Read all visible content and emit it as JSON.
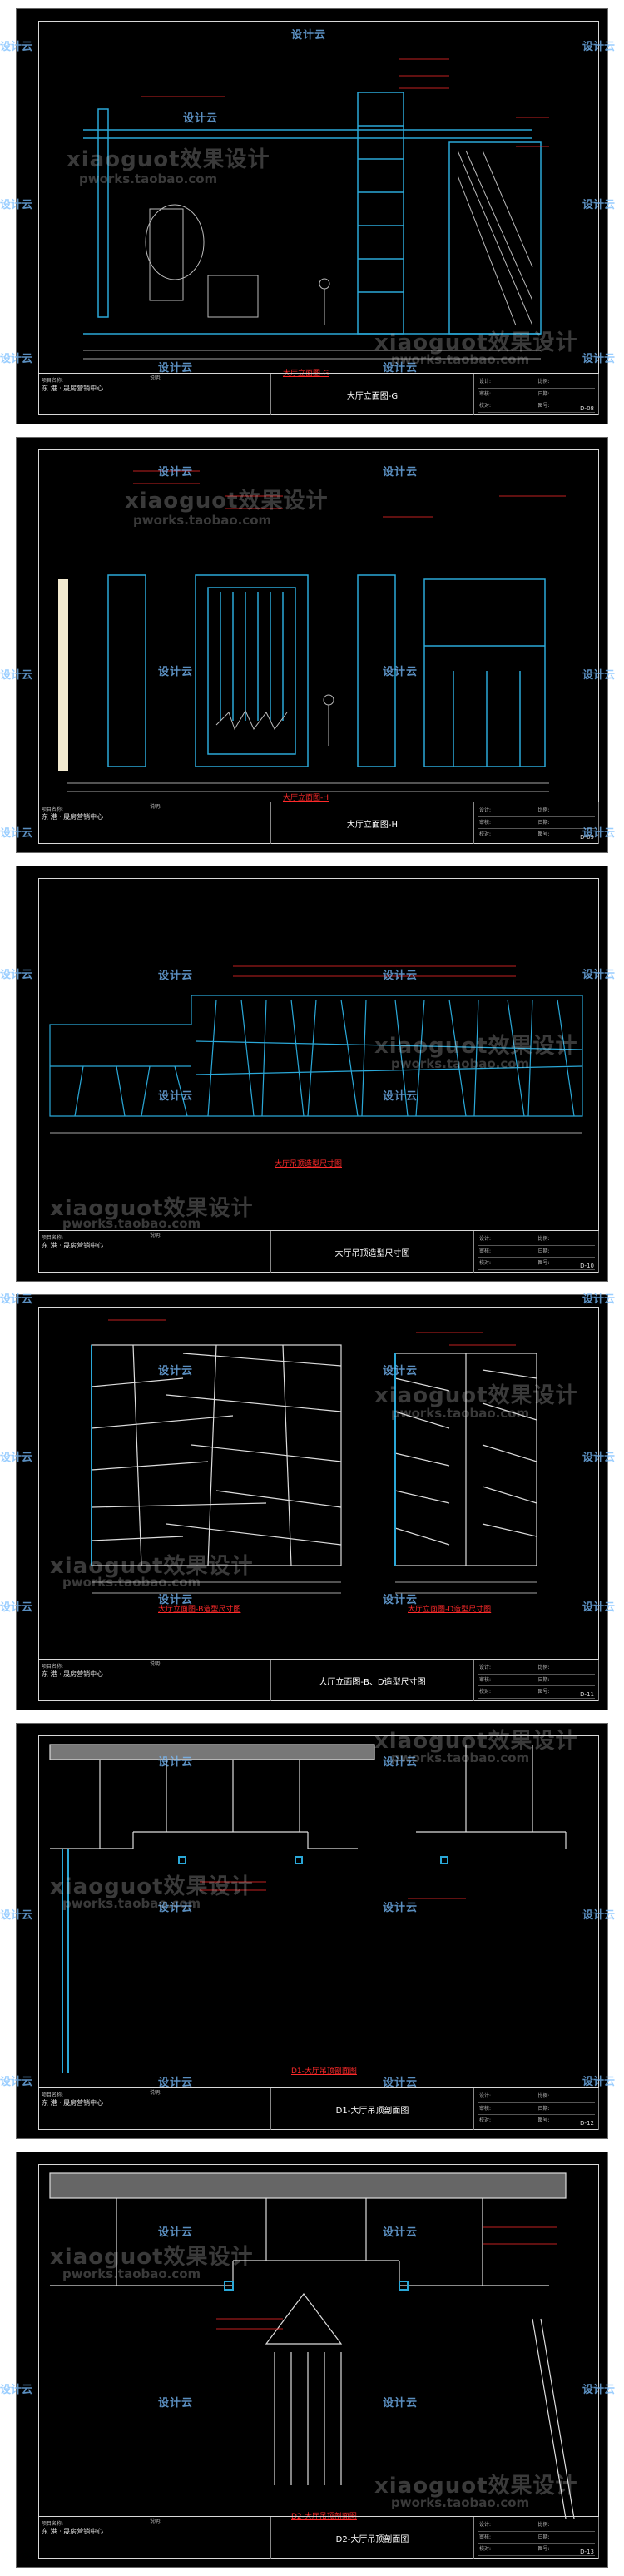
{
  "watermarks": {
    "site": "设计云",
    "brand": "xiaoguot效果设计",
    "url": "pworks.taobao.com"
  },
  "sheets": [
    {
      "project_label": "项目名称:",
      "project": "东 港 · 晟房营销中心",
      "title_label": "图纸名称:",
      "title": "大厅立面图-G",
      "number": "D-08",
      "caption": "大厅立面图-G"
    },
    {
      "project_label": "项目名称:",
      "project": "东 港 · 晟房营销中心",
      "title_label": "图纸名称:",
      "title": "大厅立面图-H",
      "number": "D-09",
      "caption": "大厅立面图-H"
    },
    {
      "project_label": "项目名称:",
      "project": "东 港 · 晟房营销中心",
      "title_label": "图纸名称:",
      "title": "大厅吊顶造型尺寸图",
      "number": "D-10",
      "caption": "大厅吊顶造型尺寸图"
    },
    {
      "project_label": "项目名称:",
      "project": "东 港 · 晟房营销中心",
      "title_label": "图纸名称:",
      "title": "大厅立面图-B、D造型尺寸图",
      "number": "D-11",
      "caption": "大厅立面图-B造型尺寸图",
      "caption2": "大厅立面图-D造型尺寸图"
    },
    {
      "project_label": "项目名称:",
      "project": "东 港 · 晟房营销中心",
      "title_label": "图纸名称:",
      "title": "D1-大厅吊顶剖面图",
      "number": "D-12",
      "caption": "D1-大厅吊顶剖面图"
    },
    {
      "project_label": "项目名称:",
      "project": "东 港 · 晟房营销中心",
      "title_label": "图纸名称:",
      "title": "D2-大厅吊顶剖面图",
      "number": "D-13",
      "caption": "D2-大厅吊顶剖面图"
    }
  ],
  "titleblock": {
    "notes_label": "说明:",
    "meta": [
      "设计:",
      "比例:",
      "审核:",
      "日期:",
      "校对:",
      "图号:"
    ]
  }
}
